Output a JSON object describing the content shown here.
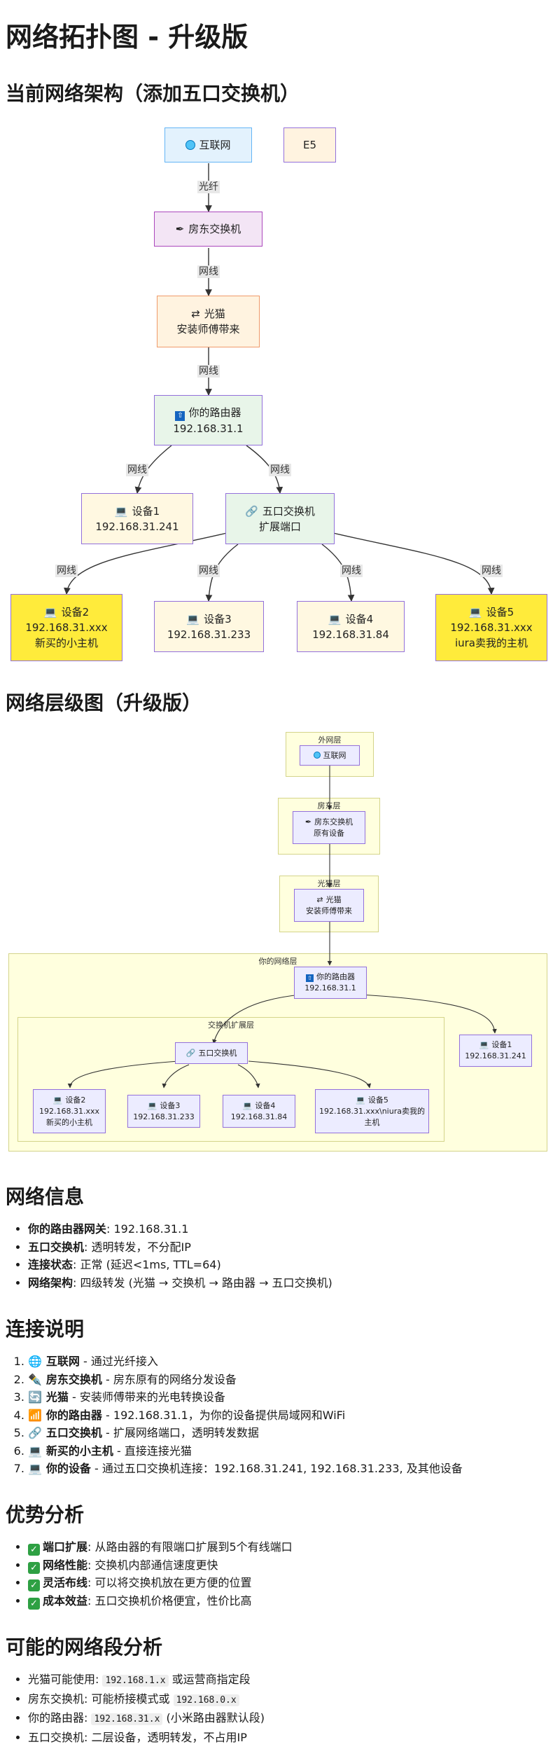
{
  "page": {
    "title": "网络拓扑图 - 升级版",
    "section1_title": "当前网络架构（添加五口交换机）",
    "section2_title": "网络层级图（升级版）",
    "section3_title": "网络信息",
    "section4_title": "连接说明",
    "section5_title": "优势分析",
    "section6_title": "可能的网络段分析"
  },
  "topology": {
    "internet": "互联网",
    "e5": "E5",
    "landlord_switch": "房东交换机",
    "modem_l1": "光猫",
    "modem_l2": "安装师傅带来",
    "router_l1": "你的路由器",
    "router_l2": "192.168.31.1",
    "dev1_l1": "设备1",
    "dev1_l2": "192.168.31.241",
    "switch5_l1": "五口交换机",
    "switch5_l2": "扩展端口",
    "dev2_l1": "设备2",
    "dev2_l2": "192.168.31.xxx",
    "dev2_l3": "新买的小主机",
    "dev3_l1": "设备3",
    "dev3_l2": "192.168.31.233",
    "dev4_l1": "设备4",
    "dev4_l2": "192.168.31.84",
    "dev5_l1": "设备5",
    "dev5_l2": "192.168.31.xxx",
    "dev5_l3": "iura卖我的主机",
    "edge_fiber": "光纤",
    "edge_cable": "网线"
  },
  "hierarchy": {
    "outer_layer": "外网层",
    "landlord_layer": "房东层",
    "modem_layer": "光猫层",
    "your_layer": "你的网络层",
    "switch_layer": "交换机扩展层",
    "internet": "互联网",
    "landlord_l1": "房东交换机",
    "landlord_l2": "原有设备",
    "modem_l1": "光猫",
    "modem_l2": "安装师傅带来",
    "router_l1": "你的路由器",
    "router_l2": "192.168.31.1",
    "switch5": "五口交换机",
    "dev1_l1": "设备1",
    "dev1_l2": "192.168.31.241",
    "dev2_l1": "设备2",
    "dev2_l2": "192.168.31.xxx",
    "dev2_l3": "新买的小主机",
    "dev3_l1": "设备3",
    "dev3_l2": "192.168.31.233",
    "dev4_l1": "设备4",
    "dev4_l2": "192.168.31.84",
    "dev5_l1": "设备5",
    "dev5_l2": "192.168.31.xxx\\niura卖我的",
    "dev5_l3": "主机"
  },
  "network_info": [
    {
      "label": "你的路由器网关",
      "text": ": 192.168.31.1"
    },
    {
      "label": "五口交换机",
      "text": ": 透明转发，不分配IP"
    },
    {
      "label": "连接状态",
      "text": ": 正常 (延迟<1ms, TTL=64)"
    },
    {
      "label": "网络架构",
      "text": ": 四级转发 (光猫 → 交换机 → 路由器 → 五口交换机)"
    }
  ],
  "connections": [
    {
      "icon": "🌐",
      "label": "互联网",
      "text": " - 通过光纤接入"
    },
    {
      "icon": "✒️",
      "label": "房东交换机",
      "text": " - 房东原有的网络分发设备"
    },
    {
      "icon": "🔄",
      "label": "光猫",
      "text": " - 安装师傅带来的光电转换设备"
    },
    {
      "icon": "📶",
      "label": "你的路由器",
      "text": " - 192.168.31.1，为你的设备提供局域网和WiFi"
    },
    {
      "icon": "🔗",
      "label": "五口交换机",
      "text": " - 扩展网络端口，透明转发数据"
    },
    {
      "icon": "💻",
      "label": "新买的小主机",
      "text": " - 直接连接光猫"
    },
    {
      "icon": "💻",
      "label": "你的设备",
      "text": " - 通过五口交换机连接：192.168.31.241, 192.168.31.233, 及其他设备"
    }
  ],
  "advantages": [
    {
      "icon": "✓",
      "label": "端口扩展",
      "text": ": 从路由器的有限端口扩展到5个有线端口"
    },
    {
      "icon": "✓",
      "label": "网络性能",
      "text": ": 交换机内部通信速度更快"
    },
    {
      "icon": "✓",
      "label": "灵活布线",
      "text": ": 可以将交换机放在更方便的位置"
    },
    {
      "icon": "✓",
      "label": "成本效益",
      "text": ": 五口交换机价格便宜，性价比高"
    }
  ],
  "segments": [
    {
      "pre": "光猫可能使用: ",
      "code": "192.168.1.x",
      "post": " 或运营商指定段"
    },
    {
      "pre": "房东交换机: 可能桥接模式或 ",
      "code": "192.168.0.x",
      "post": ""
    },
    {
      "pre": "你的路由器: ",
      "code": "192.168.31.x",
      "post": " (小米路由器默认段)"
    },
    {
      "pre": "五口交换机: 二层设备，透明转发，不占用IP",
      "code": "",
      "post": ""
    }
  ],
  "colors": {
    "internet_fill": "#e3f2fd",
    "landlord_fill": "#f3e5f5",
    "modem_fill": "#fff3e0",
    "router_fill": "#e8f5e9",
    "device_fill": "#fff8e1",
    "highlight_fill": "#ffeb3b",
    "cluster_fill": "#ffffde",
    "node_border": "#9370db"
  },
  "icons": {
    "internet": "globe-icon",
    "landlord": "pen-icon",
    "modem": "modem-icon",
    "router": "router-icon",
    "switch": "link-icon",
    "device": "laptop-icon"
  }
}
